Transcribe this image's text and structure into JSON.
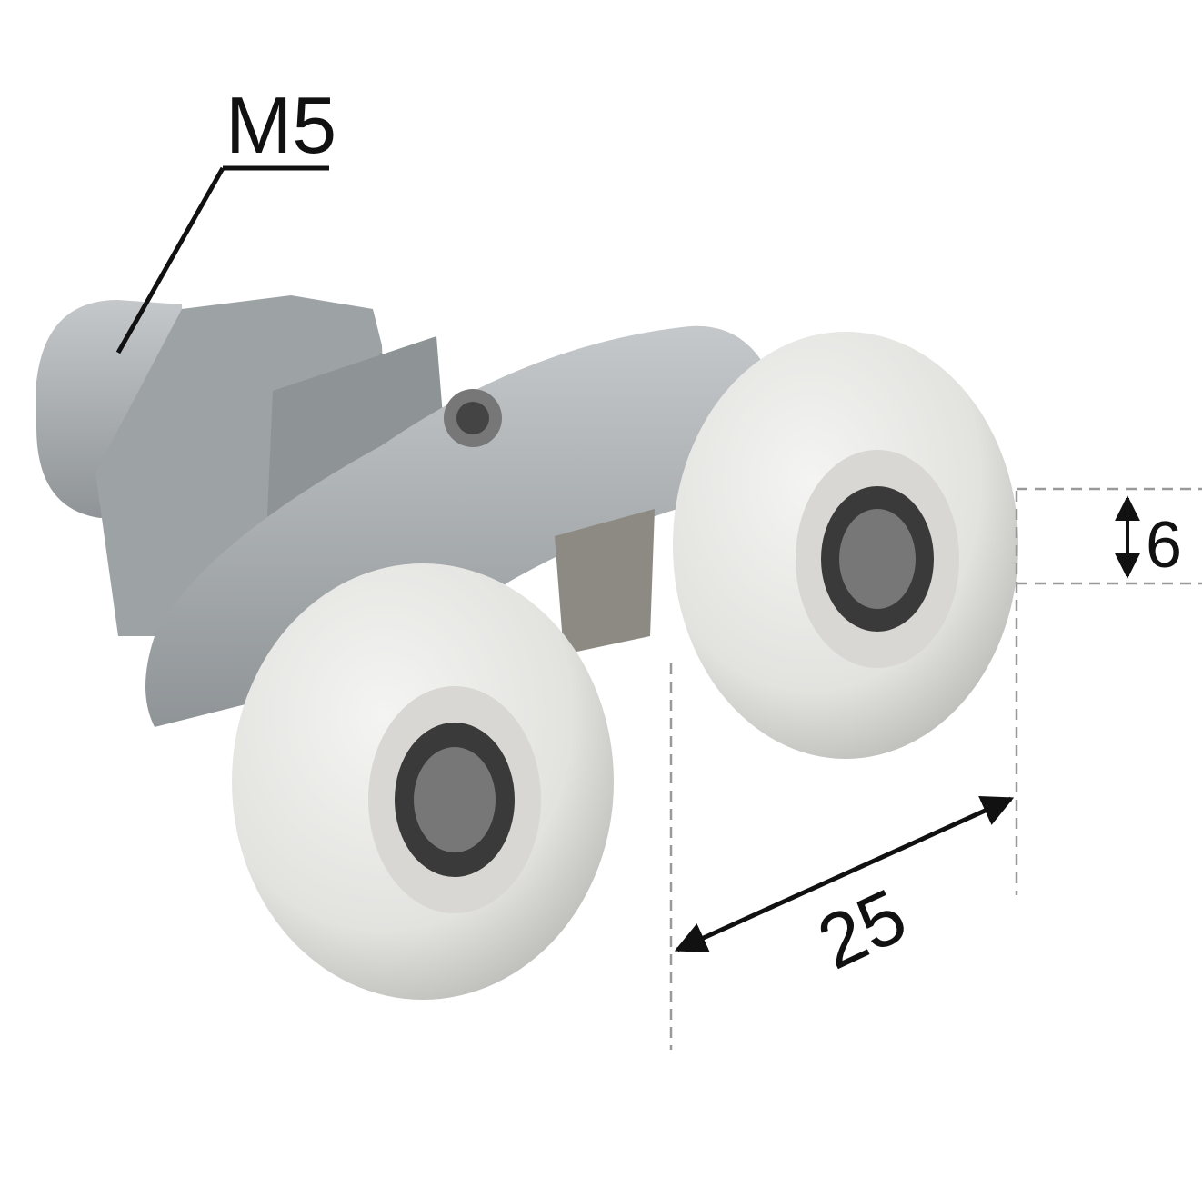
{
  "labels": {
    "thread": "M5",
    "wheel_width": "6",
    "wheel_spacing": "25"
  },
  "colors": {
    "body": "#a9adb0",
    "wheel": "#e6e6e4",
    "annotation": "#111111",
    "dashed": "#999999"
  }
}
